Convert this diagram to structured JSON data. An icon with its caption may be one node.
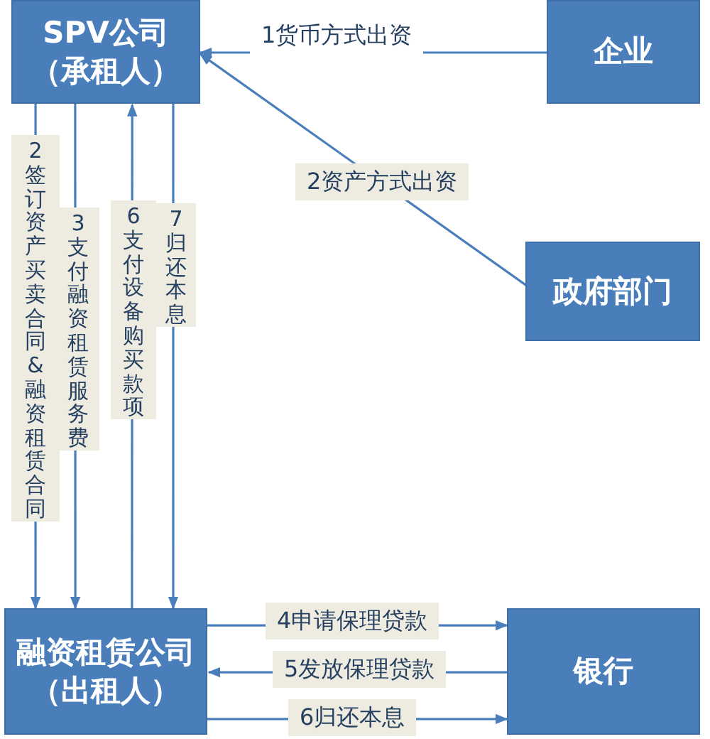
{
  "diagram": {
    "nodes": [
      {
        "text": [
          "SPV公司",
          "（承租人）"
        ]
      },
      {
        "text": [
          "企业"
        ]
      },
      {
        "text": [
          "政府部门"
        ]
      },
      {
        "text": [
          "融资租赁公司",
          "（出租人）"
        ]
      },
      {
        "text": [
          "银行"
        ]
      }
    ],
    "edges": [
      {
        "from": 1,
        "to": 0,
        "arrow": "to",
        "label": "1货币方式出资"
      },
      {
        "from": 2,
        "to": 0,
        "arrow": "to",
        "label": "2资产方式出资"
      },
      {
        "from": 0,
        "to": 3,
        "arrow": "to",
        "label": "2签订资产买卖合同&融资租赁合同"
      },
      {
        "from": 0,
        "to": 3,
        "arrow": "to",
        "label": "3支付融资租赁服务费"
      },
      {
        "from": 3,
        "to": 0,
        "arrow": "to",
        "label": "6支付设备购买款项"
      },
      {
        "from": 0,
        "to": 3,
        "arrow": "to",
        "label": "7归还本息"
      },
      {
        "from": 3,
        "to": 4,
        "arrow": "to",
        "label": "4申请保理贷款"
      },
      {
        "from": 4,
        "to": 3,
        "arrow": "to",
        "label": "5发放保理贷款"
      },
      {
        "from": 3,
        "to": 4,
        "arrow": "to",
        "label": "6归还本息"
      }
    ]
  }
}
